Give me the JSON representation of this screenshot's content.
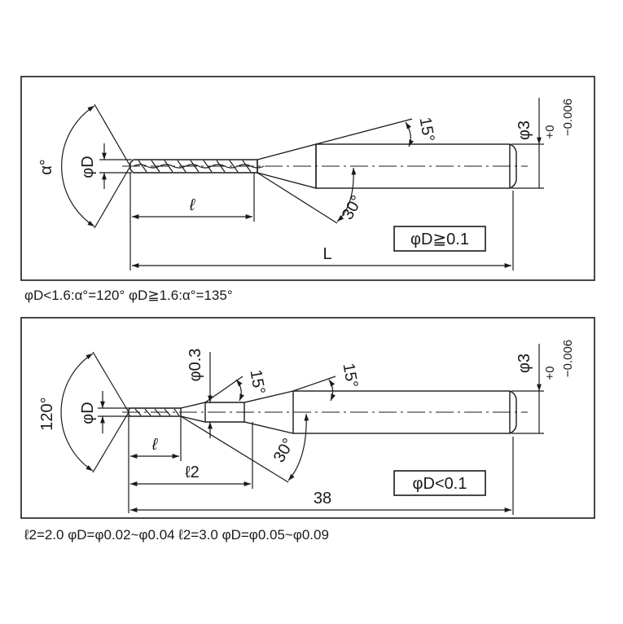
{
  "top": {
    "alpha_label": "α°",
    "phiD_label": "φD",
    "ell_label": "ℓ",
    "L_label": "L",
    "angle15": "15°",
    "angle30": "30°",
    "phi3": "φ3",
    "tol_plus": "+0",
    "tol_minus": "−0.006",
    "range_box": "φD≧0.1",
    "caption": "φD<1.6:α°=120°  φD≧1.6:α°=135°"
  },
  "bottom": {
    "angle120": "120°",
    "phiD_label": "φD",
    "phi03": "φ0.3",
    "ell_label": "ℓ",
    "ell2_label": "ℓ2",
    "length38": "38",
    "angle15a": "15°",
    "angle15b": "15°",
    "angle30": "30°",
    "phi3": "φ3",
    "tol_plus": "+0",
    "tol_minus": "−0.006",
    "range_box": "φD<0.1",
    "caption": "ℓ2=2.0   φD=φ0.02~φ0.04   ℓ2=3.0   φD=φ0.05~φ0.09"
  }
}
